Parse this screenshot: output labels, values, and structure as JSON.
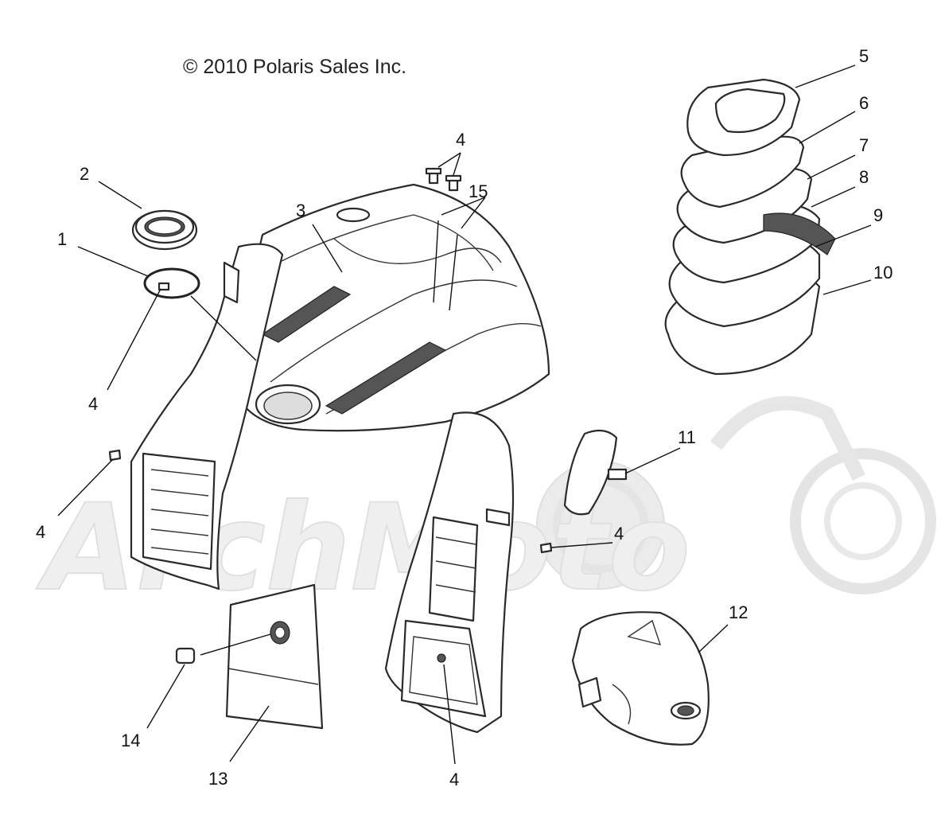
{
  "copyright": "© 2010 Polaris Sales Inc.",
  "watermark": "ArchMoto",
  "callouts": [
    {
      "id": "c1",
      "label": "1"
    },
    {
      "id": "c2",
      "label": "2"
    },
    {
      "id": "c3",
      "label": "3"
    },
    {
      "id": "c4a",
      "label": "4"
    },
    {
      "id": "c4b",
      "label": "4"
    },
    {
      "id": "c4c",
      "label": "4"
    },
    {
      "id": "c4d",
      "label": "4"
    },
    {
      "id": "c4e",
      "label": "4"
    },
    {
      "id": "c5",
      "label": "5"
    },
    {
      "id": "c6",
      "label": "6"
    },
    {
      "id": "c7",
      "label": "7"
    },
    {
      "id": "c8",
      "label": "8"
    },
    {
      "id": "c9",
      "label": "9"
    },
    {
      "id": "c10",
      "label": "10"
    },
    {
      "id": "c11",
      "label": "11"
    },
    {
      "id": "c12",
      "label": "12"
    },
    {
      "id": "c13",
      "label": "13"
    },
    {
      "id": "c14",
      "label": "14"
    },
    {
      "id": "c15",
      "label": "15"
    }
  ]
}
